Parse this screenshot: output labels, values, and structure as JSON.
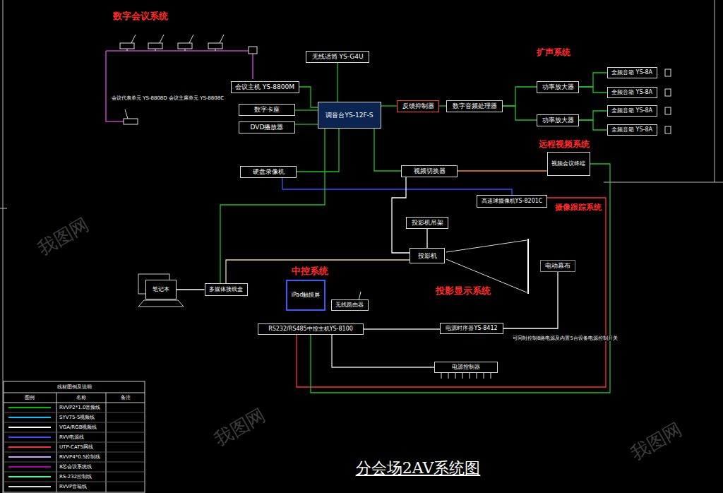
{
  "diagram": {
    "title": "分会场2AV系统图",
    "nodes": [
      {
        "text": [
          "会议主机 YS-8800M"
        ]
      },
      {
        "text": [
          "数字卡座"
        ]
      },
      {
        "text": [
          "DVD播放器"
        ]
      },
      {
        "text": [
          "无线话筒 YS-G4U"
        ]
      },
      {
        "text": [
          "调音台YS-12F-S"
        ]
      },
      {
        "text": [
          "反馈抑制器"
        ]
      },
      {
        "text": [
          "数字音频处理器"
        ]
      },
      {
        "text": [
          "功率放大器"
        ]
      },
      {
        "text": [
          "功率放大器"
        ]
      },
      {
        "text": [
          "全频音箱 YS-8A"
        ]
      },
      {
        "text": [
          "全频音箱 YS-8A"
        ]
      },
      {
        "text": [
          "全频音箱 YS-8A"
        ]
      },
      {
        "text": [
          "全频音箱 YS-8A"
        ]
      },
      {
        "text": [
          "硬盘录像机"
        ]
      },
      {
        "text": [
          "视频切换器"
        ]
      },
      {
        "text": [
          "视频会议终端"
        ]
      },
      {
        "text": [
          "高速球摄像机YS-8201C"
        ]
      },
      {
        "text": [
          "投影机吊架"
        ]
      },
      {
        "text": [
          "投影机"
        ]
      },
      {
        "text": [
          "电动幕布"
        ]
      },
      {
        "text": [
          "笔记本"
        ]
      },
      {
        "text": [
          "多媒体接线盒"
        ]
      },
      {
        "text": [
          "iPad触摸屏"
        ]
      },
      {
        "text": [
          "无线路由器"
        ]
      },
      {
        "text": [
          "RS232/RS485中控主机YS-8100"
        ]
      },
      {
        "text": [
          "电源时序器YS-8412"
        ]
      },
      {
        "text": [
          "电源控制器"
        ]
      }
    ],
    "edges": [
      {
        "from": 0,
        "to": 4,
        "arrow": "none"
      },
      {
        "from": 1,
        "to": 4,
        "arrow": "none"
      },
      {
        "from": 2,
        "to": 4,
        "arrow": "none"
      },
      {
        "from": 3,
        "to": 4,
        "arrow": "none"
      },
      {
        "from": 4,
        "to": 5,
        "arrow": "none"
      },
      {
        "from": 5,
        "to": 6,
        "arrow": "none"
      },
      {
        "from": 6,
        "to": 7,
        "arrow": "none"
      },
      {
        "from": 6,
        "to": 8,
        "arrow": "none"
      },
      {
        "from": 7,
        "to": 9,
        "arrow": "none"
      },
      {
        "from": 7,
        "to": 10,
        "arrow": "none"
      },
      {
        "from": 8,
        "to": 11,
        "arrow": "none"
      },
      {
        "from": 8,
        "to": 12,
        "arrow": "none"
      },
      {
        "from": 4,
        "to": 13,
        "arrow": "none"
      },
      {
        "from": 4,
        "to": 14,
        "arrow": "none"
      },
      {
        "from": 14,
        "to": 15,
        "arrow": "none"
      },
      {
        "from": 16,
        "to": 13,
        "arrow": "none"
      },
      {
        "from": 14,
        "to": 18,
        "arrow": "none"
      },
      {
        "from": 17,
        "to": 18,
        "arrow": "none"
      },
      {
        "from": 21,
        "to": 18,
        "arrow": "none"
      },
      {
        "from": 20,
        "to": 21,
        "arrow": "none"
      },
      {
        "from": 4,
        "to": 21,
        "arrow": "none"
      },
      {
        "from": 24,
        "to": 16,
        "arrow": "none"
      },
      {
        "from": 24,
        "to": 25,
        "arrow": "none"
      },
      {
        "from": 24,
        "to": 26,
        "arrow": "none"
      },
      {
        "from": 25,
        "to": 19,
        "arrow": "none"
      },
      {
        "from": 24,
        "to": 15,
        "arrow": "none"
      }
    ],
    "labels": [
      "数字会议系统",
      "扩声系统",
      "远程视频系统",
      "摄像跟踪系统",
      "中控系统",
      "投影显示系统",
      "会议代表单元 YS-8808D 会议主席单元 YS-8808C",
      "可同时控制8路电源及内置5台设备电源控制开关",
      "图例",
      "名称",
      "备注",
      "线材图例及说明",
      "我图网",
      "我图网",
      "我图网"
    ],
    "legend": [
      {
        "text": "RVVP2*1.0音频线",
        "color": "#00c000"
      },
      {
        "text": "SYV75-5视频线",
        "color": "#00c8ff"
      },
      {
        "text": "VGA/RGB视频线",
        "color": "#ffffff"
      },
      {
        "text": "RVV电源线",
        "color": "#3050ff"
      },
      {
        "text": "UTP-CAT5网线",
        "color": "#ff3030"
      },
      {
        "text": "RVVP4*0.5控制线",
        "color": "#d0a0ff"
      },
      {
        "text": "8芯会议系统线",
        "color": "#b000b0"
      },
      {
        "text": "RS-232控制线",
        "color": "#40ff80"
      },
      {
        "text": "RVVP音箱线",
        "color": "#e0e0e0"
      }
    ]
  }
}
